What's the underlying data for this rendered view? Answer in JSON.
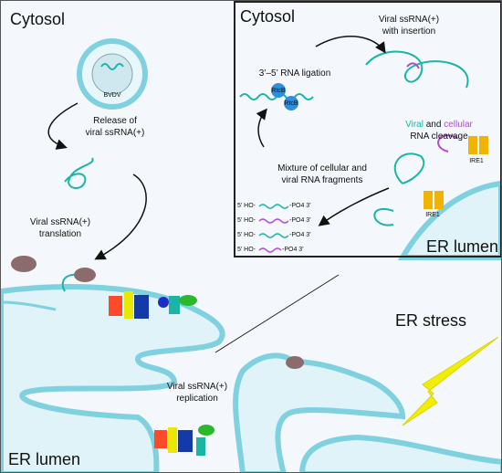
{
  "main": {
    "cytosol_label": "Cytosol",
    "er_lumen_label": "ER lumen",
    "virus_label": "BVDV",
    "release_label_line1": "Release of",
    "release_label_line2": "viral ssRNA(+)",
    "translation_label_line1": "Viral ssRNA(+)",
    "translation_label_line2": "translation",
    "replication_label_line1": "Viral ssRNA(+)",
    "replication_label_line2": "replication",
    "er_stress_label": "ER stress"
  },
  "inset": {
    "cytosol_label": "Cytosol",
    "er_lumen_label": "ER lumen",
    "insertion_label_line1": "Viral ssRNA(+)",
    "insertion_label_line2": "with insertion",
    "ligation_label": "3’–5’ RNA ligation",
    "rtcb_label": "RtcB",
    "cleavage_viral": "Viral",
    "cleavage_and": " and ",
    "cleavage_cellular": "cellular",
    "cleavage_line2": "RNA cleavage",
    "ire1_label": "IRE1",
    "mixture_label_line1": "Mixture of cellular and",
    "mixture_label_line2": "viral RNA fragments",
    "fragment_5": "5’ HO-",
    "fragment_3": "-PO4 3’"
  },
  "colors": {
    "viral_rna": "#1ab5a4",
    "cellular_rna": "#b04bd0",
    "membrane": "#7fd1e0",
    "lumen": "#dff3f8",
    "rtcb": "#2a8fe0",
    "ire1": "#f0b400",
    "ribosome": "#8b6b6b",
    "stress_bolt": "#f2ee00"
  }
}
